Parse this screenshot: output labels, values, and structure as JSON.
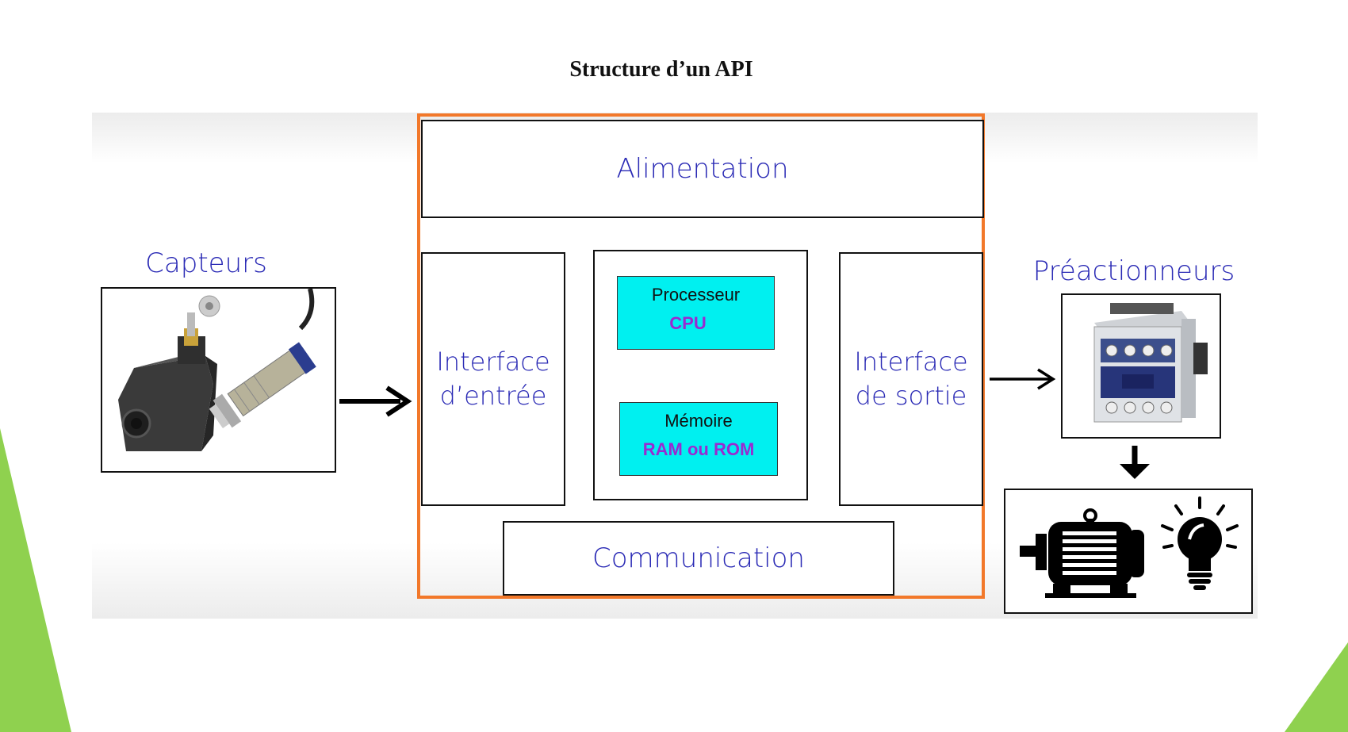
{
  "title": "Structure d’un API",
  "sensors": {
    "title": "Capteurs",
    "image": "limit-switch-and-proximity-sensor"
  },
  "plc": {
    "power": "Alimentation",
    "input_interface": [
      "Interface",
      "d’entrée"
    ],
    "output_interface": [
      "Interface",
      "de sortie"
    ],
    "processor": {
      "label": "Processeur",
      "sub": "CPU"
    },
    "memory": {
      "label": "Mémoire",
      "sub": "RAM ou ROM"
    },
    "communication": "Communication"
  },
  "pre_actuators": {
    "title": "Préactionneurs",
    "image": "contactor"
  },
  "actuators": {
    "icons": [
      "motor-icon",
      "lightbulb-icon"
    ]
  },
  "colors": {
    "frame": "#f2782a",
    "label_blue": "#2a2ab5",
    "module_cyan": "#00f0f0",
    "sub_purple": "#9a2ad0",
    "deco_green": "#8fd14f"
  }
}
